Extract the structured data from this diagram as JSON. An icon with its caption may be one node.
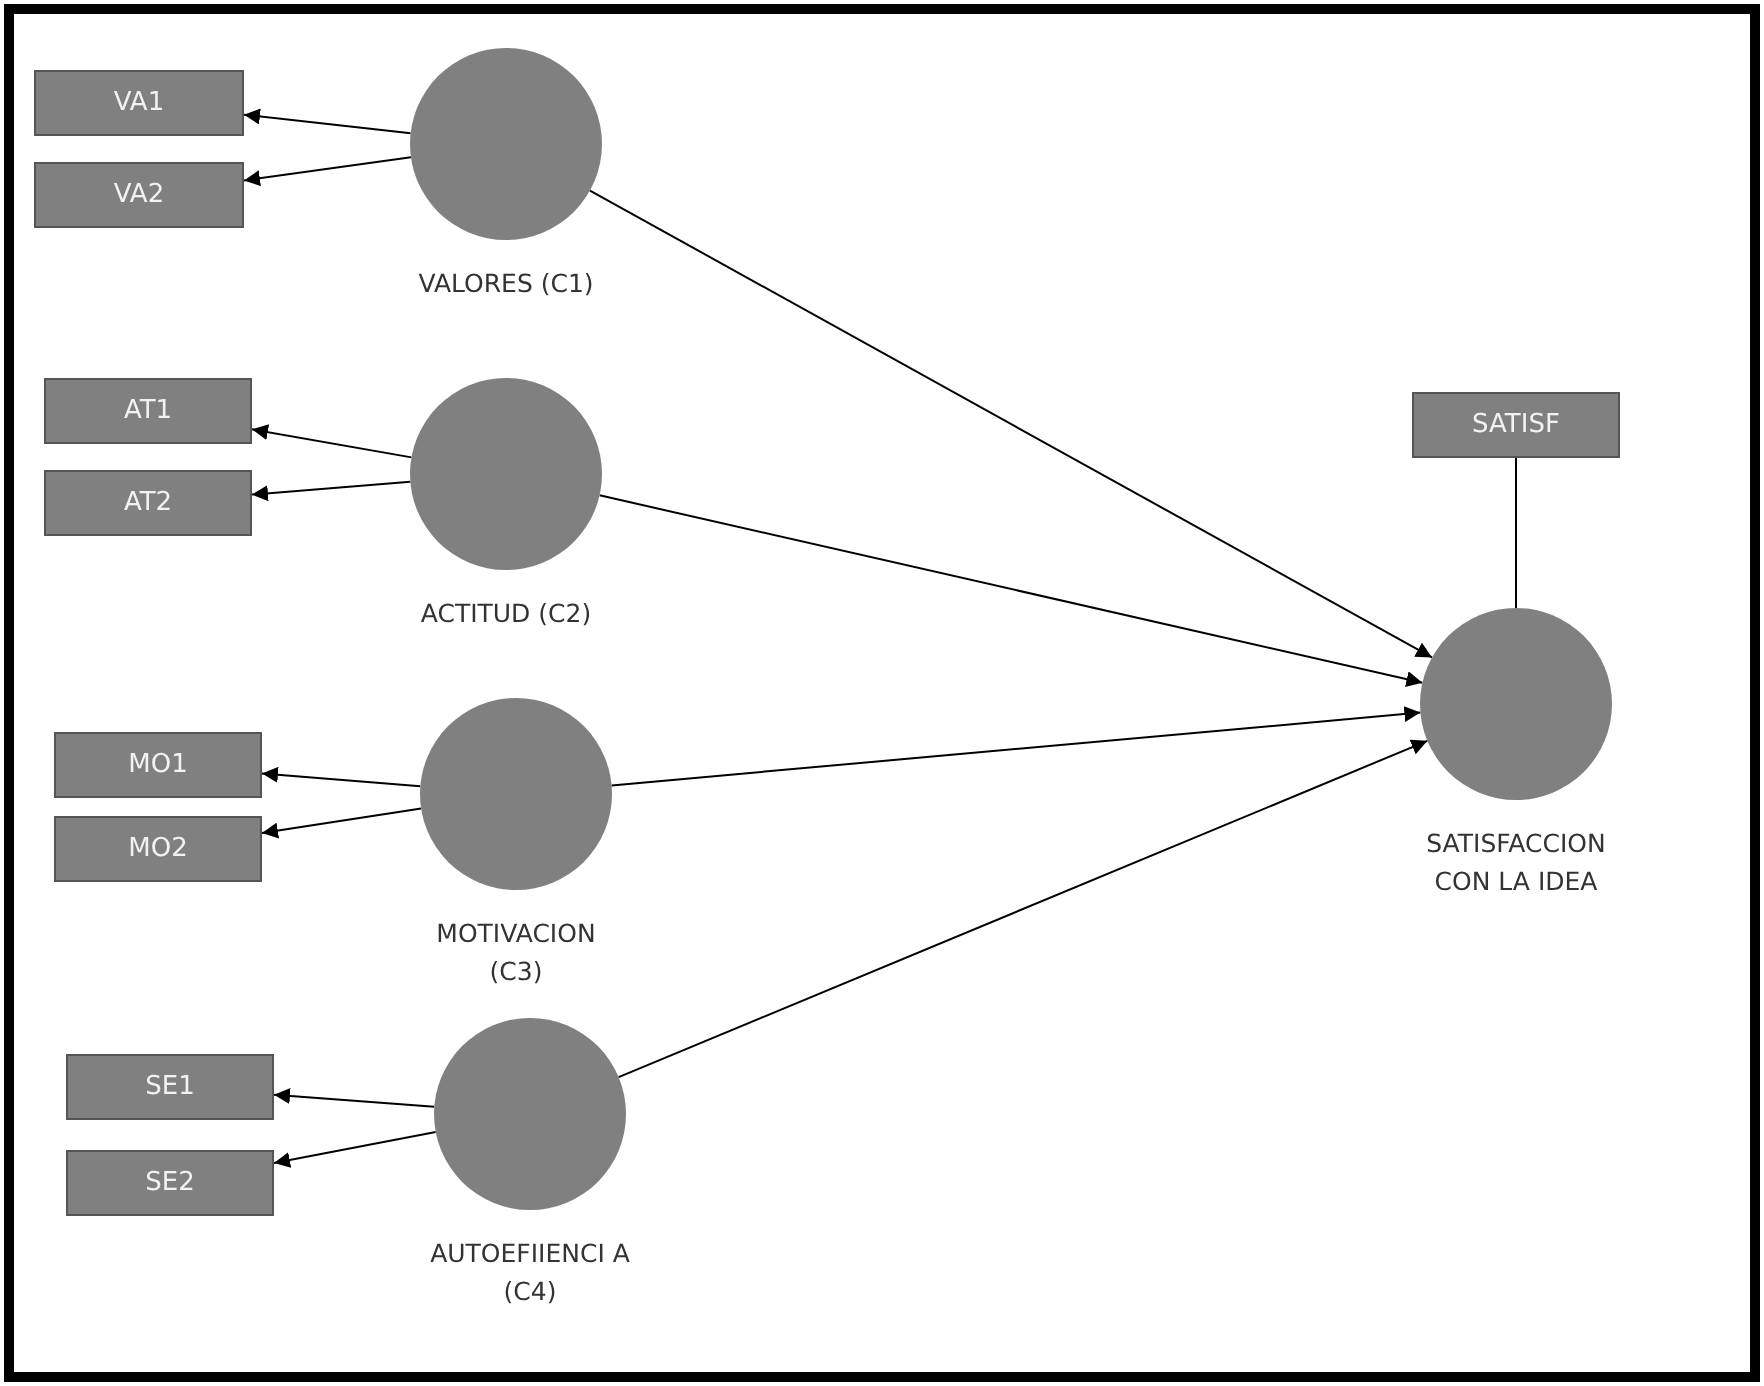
{
  "diagram": {
    "nodes": [
      {
        "text": [
          "VA1"
        ]
      },
      {
        "text": [
          "VA2"
        ]
      },
      {
        "text": [
          "VALORES (C1)"
        ]
      },
      {
        "text": [
          "AT1"
        ]
      },
      {
        "text": [
          "AT2"
        ]
      },
      {
        "text": [
          "ACTITUD (C2)"
        ]
      },
      {
        "text": [
          "SATISF"
        ]
      },
      {
        "text": [
          "MO1"
        ]
      },
      {
        "text": [
          "MO2"
        ]
      },
      {
        "text": [
          "MOTIVACION (C3)"
        ]
      },
      {
        "text": [
          "SATISFACCION CON LA IDEA"
        ]
      },
      {
        "text": [
          "SE1"
        ]
      },
      {
        "text": [
          "SE2"
        ]
      },
      {
        "text": [
          "AUTOEFIIENCI A (C4)"
        ]
      }
    ],
    "edges": [
      {
        "from": 2,
        "to": 0,
        "arrow": "to"
      },
      {
        "from": 2,
        "to": 1,
        "arrow": "to"
      },
      {
        "from": 5,
        "to": 3,
        "arrow": "to"
      },
      {
        "from": 5,
        "to": 4,
        "arrow": "to"
      },
      {
        "from": 9,
        "to": 7,
        "arrow": "to"
      },
      {
        "from": 9,
        "to": 8,
        "arrow": "to"
      },
      {
        "from": 13,
        "to": 11,
        "arrow": "to"
      },
      {
        "from": 13,
        "to": 12,
        "arrow": "to"
      },
      {
        "from": 2,
        "to": 10,
        "arrow": "to"
      },
      {
        "from": 5,
        "to": 10,
        "arrow": "to"
      },
      {
        "from": 9,
        "to": 10,
        "arrow": "to"
      },
      {
        "from": 13,
        "to": 10,
        "arrow": "to"
      },
      {
        "from": 6,
        "to": 10,
        "arrow": "none"
      }
    ]
  }
}
